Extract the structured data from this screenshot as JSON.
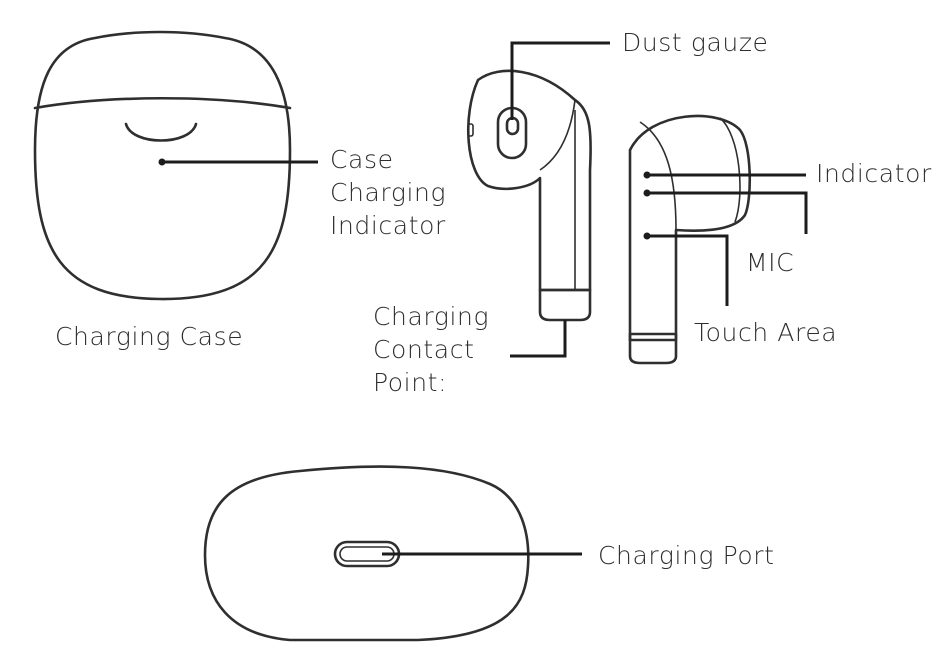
{
  "labels": {
    "case_indicator": [
      "Case",
      "Charging",
      "Indicator"
    ],
    "charging_case": "Charging Case",
    "dust_gauze": "Dust gauze",
    "charging_contact_point": [
      "Charging",
      "Contact",
      "Point:"
    ],
    "indicator": "Indicator",
    "mic": "MIC",
    "touch_area": "Touch Area",
    "charging_port": "Charging Port"
  },
  "colors": {
    "line": "#2f2f2f",
    "text": "#2d2d2d",
    "background": "#ffffff"
  }
}
